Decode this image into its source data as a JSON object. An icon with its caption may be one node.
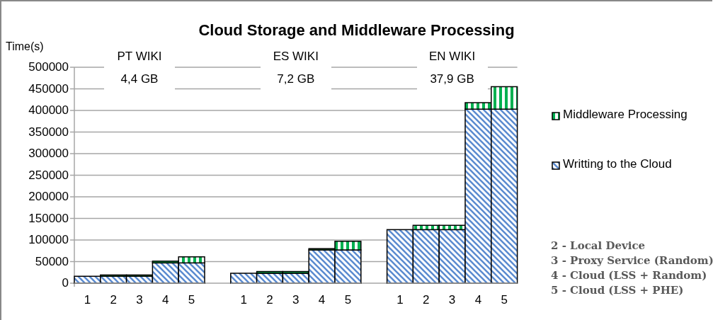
{
  "diagram": {
    "title": "Cloud Storage and Middleware Processing",
    "labels": [
      "PT WIKI 4,4 GB",
      "ES WIKI 7,2 GB",
      "EN WIKI 37,9 GB",
      "2 - Local Device",
      "3 - Proxy Service (Random)",
      "4 - Cloud (LSS + Random)",
      "5 - Cloud (LSS + PHE)"
    ],
    "chart_data": {
      "type": "bar",
      "stacked": true,
      "orientation": "vertical",
      "ylabel": "Time(s)",
      "categories": [
        "1",
        "2",
        "3",
        "4",
        "5",
        null,
        "1",
        "2",
        "3",
        "4",
        "5",
        null,
        "1",
        "2",
        "3",
        "4",
        "5"
      ],
      "series": [
        {
          "name": "Writting to the Cloud",
          "color": "#5b8bd0",
          "values": [
            16000,
            16000,
            16000,
            47000,
            47000,
            null,
            23000,
            23000,
            23000,
            77000,
            77000,
            null,
            124000,
            124000,
            124000,
            403000,
            403000
          ]
        },
        {
          "name": "Middleware Processing",
          "color": "#00b050",
          "values": [
            0,
            3000,
            3000,
            4000,
            14000,
            null,
            0,
            4000,
            4000,
            3000,
            20000,
            null,
            0,
            10000,
            10000,
            15000,
            52000
          ]
        }
      ],
      "grid": true,
      "legend": true,
      "ylim": [
        0,
        500000
      ],
      "yticks": [
        0,
        50000,
        100000,
        150000,
        200000,
        250000,
        300000,
        350000,
        400000,
        450000,
        500000
      ]
    }
  }
}
